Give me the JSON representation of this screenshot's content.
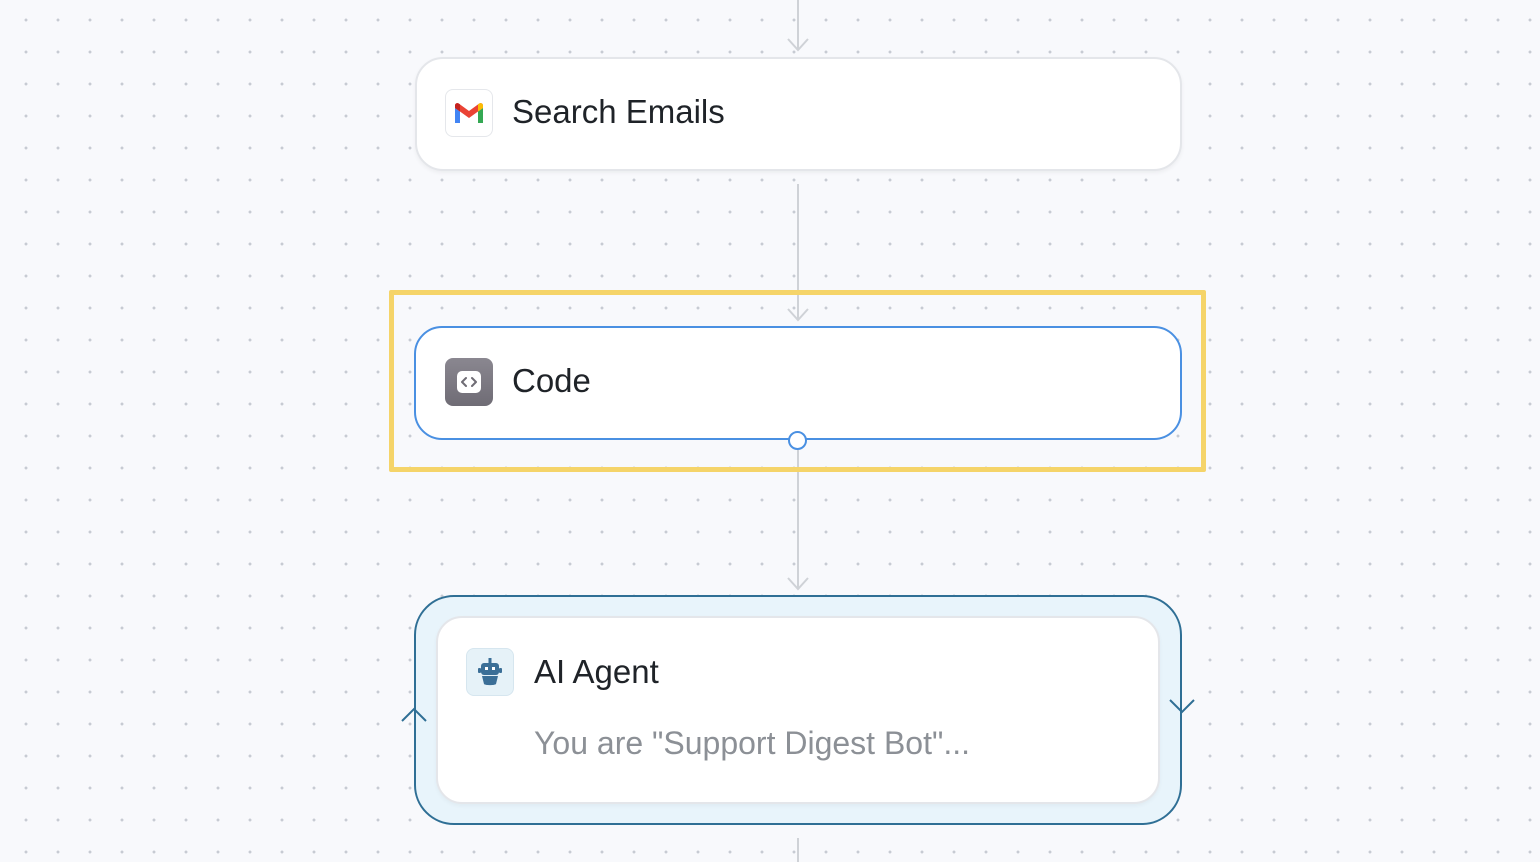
{
  "workflow": {
    "nodes": [
      {
        "title": "Search Emails",
        "icon": "gmail-icon"
      },
      {
        "title": "Code",
        "icon": "code-icon"
      },
      {
        "title": "AI Agent",
        "subtitle": "You are \"Support Digest Bot\"...",
        "icon": "robot-icon"
      }
    ]
  },
  "colors": {
    "canvas_background": "#f8f9fc",
    "selection_highlight": "#f5d469",
    "selected_node_border": "#4a90e2",
    "loop_border": "#2f6f95",
    "loop_fill": "#e8f4fb",
    "connector": "#cfd2d7"
  }
}
